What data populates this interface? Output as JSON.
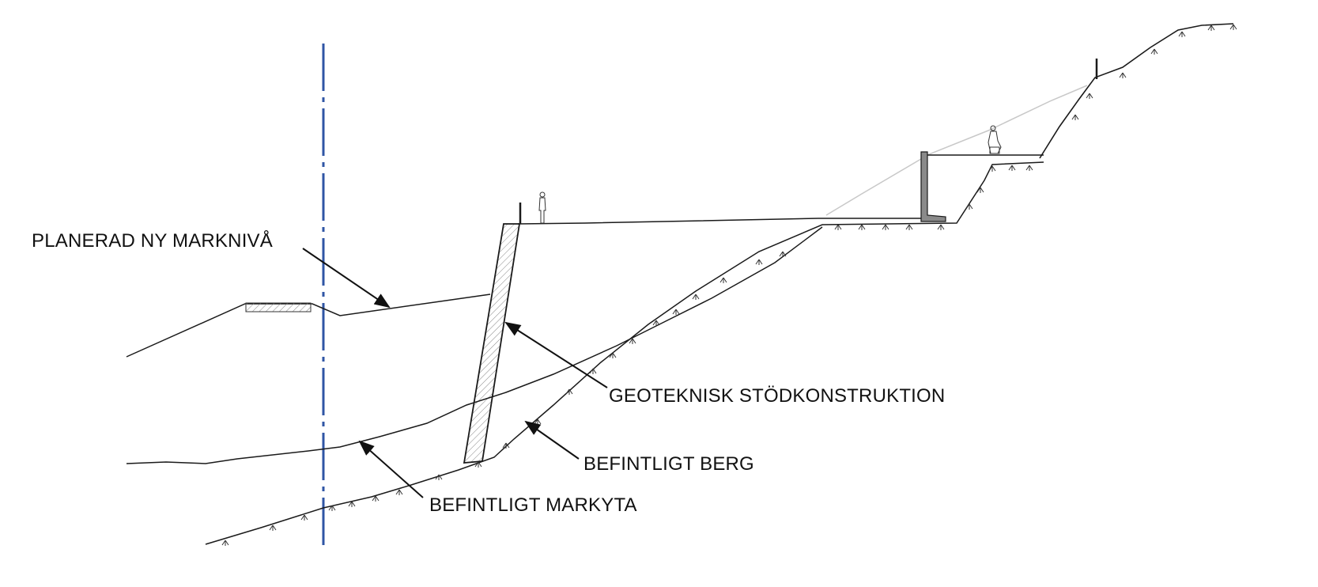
{
  "labels": {
    "planned_ground": "PLANERAD NY MARKNIVÅ",
    "support_structure": "GEOTEKNISK STÖDKONSTRUKTION",
    "existing_rock": "BEFINTLIGT BERG",
    "existing_surface": "BEFINTLIGT MARKYTA"
  },
  "colors": {
    "line": "#1a1a1a",
    "centerline": "#2f55a4",
    "faint": "#c8c8c8",
    "hatch": "#777777"
  }
}
